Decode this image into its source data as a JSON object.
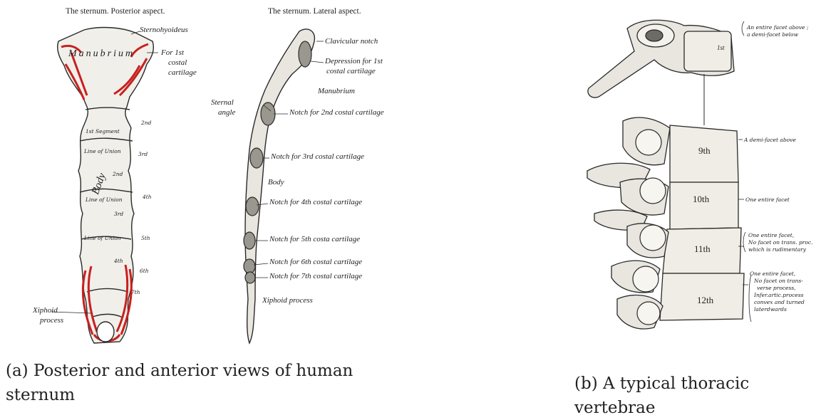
{
  "panel_a": {
    "header_left": "The sternum.  Posterior aspect.",
    "header_right": "The sternum.  Lateral aspect.",
    "labels": {
      "sternohyoideus": "Sternohyoideus",
      "for_1st_a": "For 1st",
      "for_1st_b": "costal",
      "for_1st_c": "cartilage",
      "manubrium_word": "Manubrium",
      "second": "2nd",
      "first_segment": "1st Segment",
      "line_of_union_1": "Line of Union",
      "third": "3rd",
      "two_nd": "2nd",
      "fourth": "4th",
      "line_of_union_2": "Line of Union",
      "body_word": "Body",
      "three_rd": "3rd",
      "line_of_union_3": "Line of Union",
      "fifth": "5th",
      "four_th": "4th",
      "sixth": "6th",
      "seventh": "7th",
      "xiphoid_a": "Xiphoid",
      "xiphoid_b": "process",
      "clavicular_notch": "Clavicular notch",
      "depression_a": "Depression for 1st",
      "depression_b": "costal cartilage",
      "manubrium": "Manubrium",
      "sternal_a": "Sternal",
      "sternal_b": "angle",
      "notch2": "Notch for 2nd costal cartilage",
      "notch3": "Notch for 3rd costal cartilage",
      "body": "Body",
      "notch4": "Notch for 4th costal cartilage",
      "notch5": "Notch for 5th costa  cartilage",
      "notch6": "Notch for 6th costal cartilage",
      "notch7": "Notch for 7th costal cartilage",
      "xiphoid_process": "Xiphoid process"
    },
    "caption": "(a) Posterior and anterior views of human sternum"
  },
  "panel_b": {
    "labels": {
      "first": "1st",
      "entire_above_a": "An entire facet above ;",
      "entire_above_b": "a demi-facet below",
      "ninth": "9th",
      "demi_above": "A demi-facet above",
      "tenth": "10th",
      "one_entire": "One entire facet",
      "eleventh": "11th",
      "eleventh_note_a": "One entire facet,",
      "eleventh_note_b": "No facet on trans. proc.",
      "eleventh_note_c": "which is rudimentary",
      "twelfth": "12th",
      "twelfth_note_a": "One entire facet,",
      "twelfth_note_b": "No facet on trans-",
      "twelfth_note_c": "verse process,",
      "twelfth_note_d": "Infer.artic.process",
      "twelfth_note_e": "convex and turned",
      "twelfth_note_f": "laterdwards"
    },
    "caption": "(b) A typical thoracic vertebrae"
  },
  "colors": {
    "ink": "#2a2a2a",
    "red": "#c8201f",
    "bone": "#e9e6df"
  }
}
